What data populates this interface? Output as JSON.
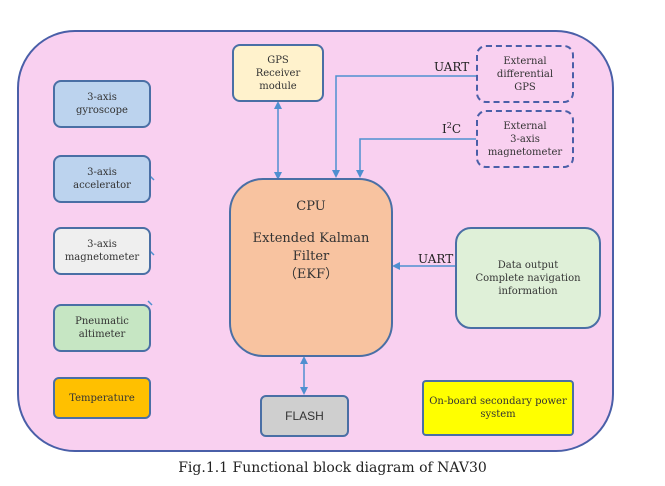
{
  "blocks": {
    "gps": [
      "GPS",
      "Receiver",
      "module"
    ],
    "ext_gps": [
      "External",
      "differential",
      "GPS"
    ],
    "ext_mag": [
      "External",
      "3-axis",
      "magnetometer"
    ],
    "gyro": [
      "3-axis",
      "gyroscope"
    ],
    "accel": [
      "3-axis",
      "accelerator"
    ],
    "mag": [
      "3-axis",
      "magnetometer"
    ],
    "alt": [
      "Pneumatic",
      "altimeter"
    ],
    "temp": [
      "Temperature"
    ],
    "cpu": [
      "CPU",
      "",
      "Extended Kalman",
      "Filter",
      "（EKF）"
    ],
    "data_out": [
      "Data output",
      "Complete navigation",
      "information"
    ],
    "flash": [
      "FLASH"
    ],
    "power": [
      "On-board secondary power",
      "system"
    ]
  },
  "labels": {
    "uart_top": "UART",
    "i2c_prefix": "I",
    "i2c_sup": "2",
    "i2c_suffix": "C",
    "uart_right": "UART"
  },
  "caption": "Fig.1.1 Functional block diagram of NAV30",
  "colors": {
    "frame_fill": "#f9d0f0",
    "border": "#4a5fa8",
    "arrow": "#4f8fd0"
  }
}
